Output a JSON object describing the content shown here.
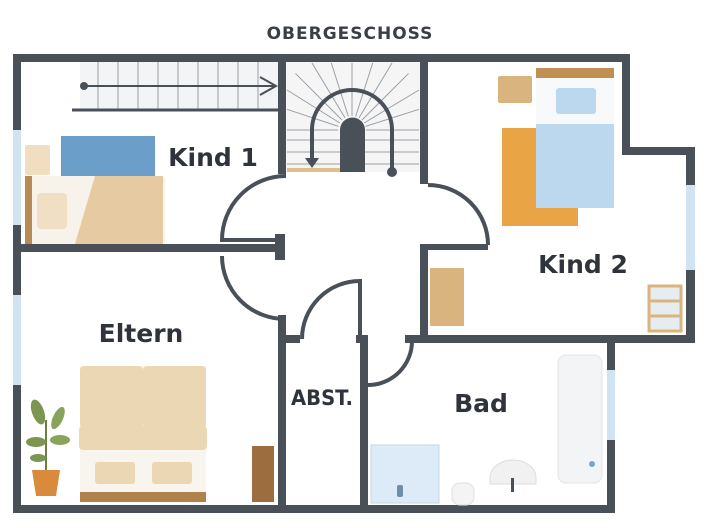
{
  "plan": {
    "title": "OBERGESCHOSS",
    "rooms": {
      "kind1": "Kind 1",
      "kind2": "Kind 2",
      "eltern": "Eltern",
      "abst": "ABST.",
      "bad": "Bad"
    }
  },
  "colors": {
    "wall": "#4a5058",
    "window": "#cfe3f3",
    "wood": "#d9b47e",
    "rug": "#e8a445",
    "bedding_blue": "#bcd8ee"
  }
}
